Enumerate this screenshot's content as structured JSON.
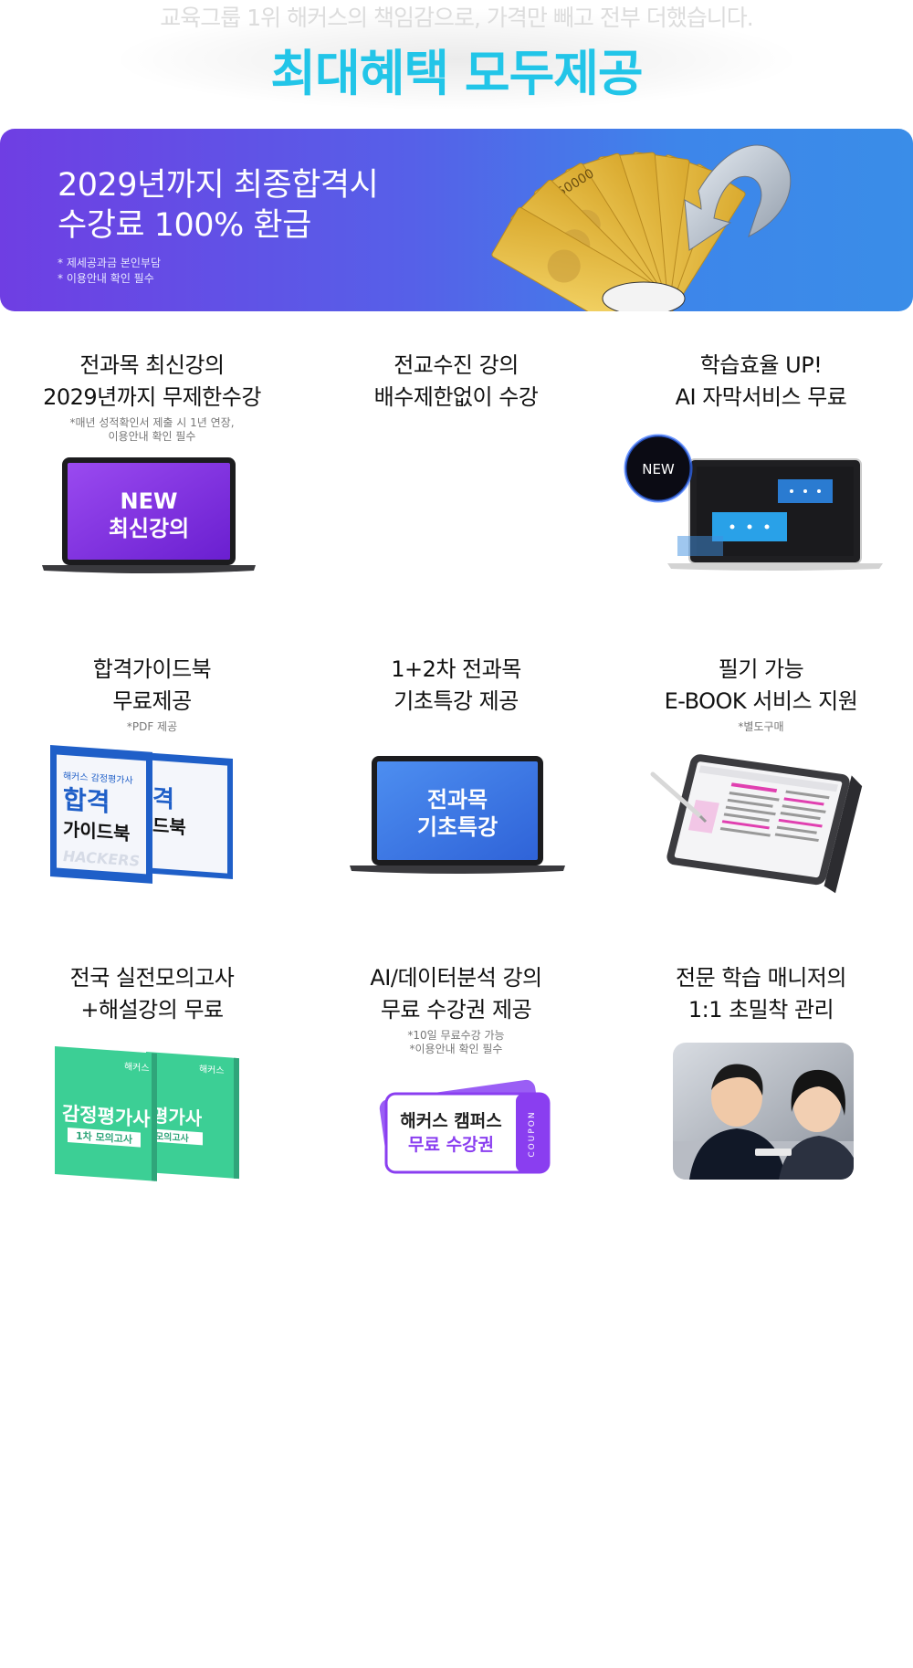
{
  "header": {
    "subtitle": "교육그룹 1위 해커스의 책임감으로, 가격만 빼고 전부 더했습니다.",
    "title": "최대혜택 모두제공"
  },
  "banner": {
    "title_line1": "2029년까지 최종합격시",
    "title_line2": "수강료 100% 환급",
    "notes": [
      "* 제세공과금 본인부담",
      "* 이용안내 확인 필수"
    ],
    "bill_value": "50000"
  },
  "benefits": [
    {
      "title_line1": "전과목 최신강의",
      "title_line2": "2029년까지 무제한수강",
      "notes": [
        "*매년 성적확인서 제출 시 1년 연장,",
        "이용안내 확인 필수"
      ],
      "art_text": [
        "NEW",
        "최신강의"
      ]
    },
    {
      "title_line1": "전교수진 강의",
      "title_line2": "배수제한없이 수강",
      "notes": [],
      "art_text": []
    },
    {
      "title_line1": "학습효율 UP!",
      "title_line2": "AI 자막서비스 무료",
      "notes": [],
      "art_text": [
        "NEW"
      ]
    },
    {
      "title_line1": "합격가이드북",
      "title_line2": "무료제공",
      "notes": [
        "*PDF 제공"
      ],
      "art_text": [
        "해커스 감정평가사",
        "합격",
        "가이드북",
        "HACKERS"
      ]
    },
    {
      "title_line1": "1+2차 전과목",
      "title_line2": "기초특강 제공",
      "notes": [],
      "art_text": [
        "전과목",
        "기초특강"
      ]
    },
    {
      "title_line1": "필기 가능",
      "title_line2": "E-BOOK 서비스 지원",
      "notes": [
        "*별도구매"
      ],
      "art_text": []
    },
    {
      "title_line1": "전국 실전모의고사",
      "title_line2": "+해설강의 무료",
      "notes": [],
      "art_text": [
        "해커스",
        "감정평가사",
        "1차 모의고사"
      ]
    },
    {
      "title_line1": "AI/데이터분석 강의",
      "title_line2": "무료 수강권 제공",
      "notes": [
        "*10일 무료수강 가능",
        "*이용안내 확인 필수"
      ],
      "art_text": [
        "해커스 캠퍼스",
        "무료 수강권",
        "COUPON"
      ]
    },
    {
      "title_line1": "전문 학습 매니저의",
      "title_line2": "1:1 초밀착 관리",
      "notes": [],
      "art_text": []
    }
  ],
  "colors": {
    "accent": "#22c5e8",
    "banner_start": "#6f3ee3",
    "banner_end": "#3a8de8",
    "purple": "#7a2ee0",
    "blue_book": "#1f5fc8",
    "green_book": "#3ccf95"
  },
  "icons": [
    "money-bills-icon",
    "return-arrow-icon",
    "laptop-icon",
    "tablet-icon",
    "book-icon",
    "coupon-icon",
    "photo-icon"
  ]
}
